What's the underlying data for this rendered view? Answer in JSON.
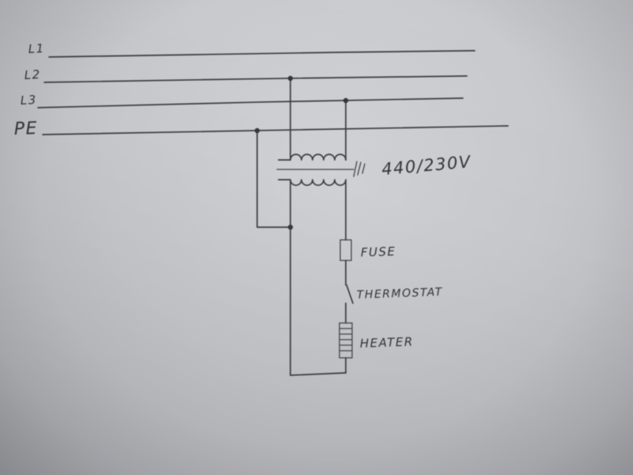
{
  "photo": {
    "kind": "hand-drawn electrical schematic on grey paper",
    "ink_color": "#3b3b44",
    "paper_color": "#c6c7cb"
  },
  "labels": {
    "l1": "L1",
    "l2": "L2",
    "l3": "L3",
    "pe": "PE",
    "voltage": "440/230V",
    "fuse": "FUSE",
    "thermostat": "THERMOSTAT",
    "heater": "HEATER"
  }
}
